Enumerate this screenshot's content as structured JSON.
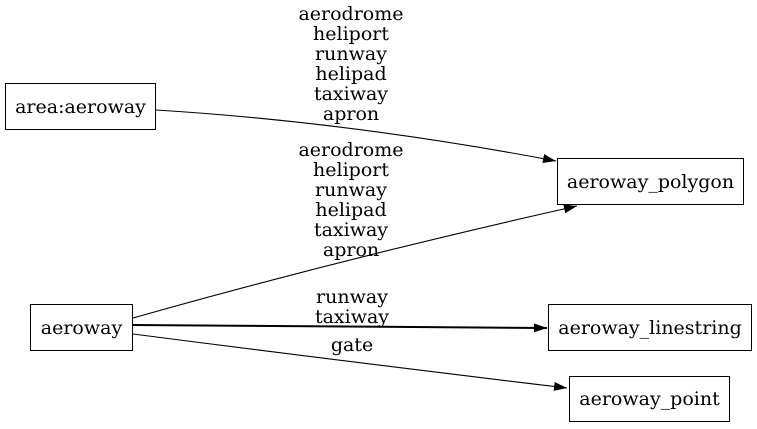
{
  "diagram": {
    "type": "graphviz-directed-graph",
    "background_color": "#ffffff",
    "stroke_color": "#000000",
    "text_color": "#000000",
    "nodes": [
      {
        "id": "area_aeroway",
        "label": "area:aeroway"
      },
      {
        "id": "aeroway",
        "label": "aeroway"
      },
      {
        "id": "aeroway_polygon",
        "label": "aeroway_polygon"
      },
      {
        "id": "aeroway_linestring",
        "label": "aeroway_linestring"
      },
      {
        "id": "aeroway_point",
        "label": "aeroway_point"
      }
    ],
    "edges": [
      {
        "from": "area:aeroway",
        "to": "aeroway_polygon",
        "labels": [
          "aerodrome",
          "heliport",
          "runway",
          "helipad",
          "taxiway",
          "apron"
        ]
      },
      {
        "from": "aeroway",
        "to": "aeroway_polygon",
        "labels": [
          "aerodrome",
          "heliport",
          "runway",
          "helipad",
          "taxiway",
          "apron"
        ]
      },
      {
        "from": "aeroway",
        "to": "aeroway_linestring",
        "labels": [
          "runway",
          "taxiway"
        ]
      },
      {
        "from": "aeroway",
        "to": "aeroway_point",
        "labels": [
          "gate"
        ]
      }
    ]
  }
}
